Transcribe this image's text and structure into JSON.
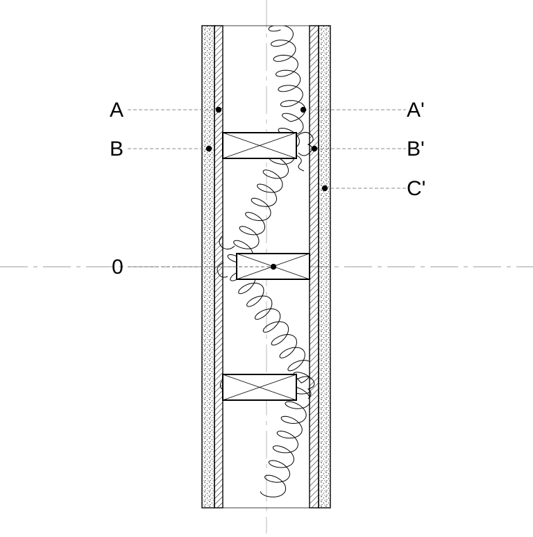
{
  "diagram": {
    "labels": {
      "A": "A",
      "A_prime": "A'",
      "B": "B",
      "B_prime": "B'",
      "C_prime": "C'",
      "zero": "0"
    },
    "colors": {
      "stroke": "#000000",
      "dashed_line": "#888888",
      "center_line": "#999999",
      "background": "#ffffff"
    },
    "components": [
      "outer-stucco-layer",
      "sheathing-layer",
      "insulation-batt",
      "stud",
      "interior-sheathing-layer",
      "interior-finish-layer"
    ]
  }
}
